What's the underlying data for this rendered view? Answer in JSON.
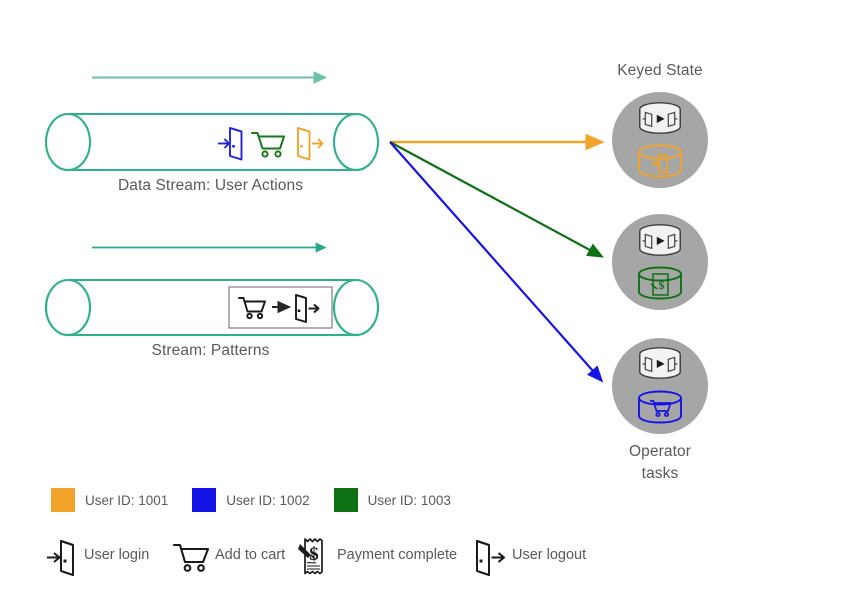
{
  "diagram": {
    "title_keyed_state": "Keyed State",
    "title_operator_tasks_line1": "Operator",
    "title_operator_tasks_line2": "tasks",
    "streams": [
      {
        "id": "user-actions",
        "label": "Data Stream: User Actions",
        "flow_arrow_color": "#6cc0ab",
        "tube_color": "#2eb08c",
        "events": [
          {
            "icon": "user-login-icon",
            "color": "#2222dd"
          },
          {
            "icon": "add-to-cart-icon",
            "color": "#1a7a1a"
          },
          {
            "icon": "user-logout-icon",
            "color": "#f1a32a"
          }
        ]
      },
      {
        "id": "patterns",
        "label": "Stream: Patterns",
        "flow_arrow_color": "#2ca98b",
        "tube_color": "#2eb08c",
        "pattern": {
          "from_icon": "add-to-cart-icon",
          "to_icon": "user-logout-icon",
          "arrow_color": "#262626",
          "box_border": "#7f7f7f"
        }
      }
    ],
    "routing_arrows": [
      {
        "user": "User ID: 1001",
        "color": "#f1a32a",
        "target": "state-node-1001"
      },
      {
        "user": "User ID: 1003",
        "color": "#0d7013",
        "target": "state-node-1003"
      },
      {
        "user": "User ID: 1002",
        "color": "#1414e6",
        "target": "state-node-1002"
      }
    ],
    "state_nodes": [
      {
        "id": "state-node-1001",
        "circle_color": "#a6a6a6",
        "top_icon": "operator-db-icon",
        "state_icon": "user-login-db-icon",
        "state_color": "#f1a32a"
      },
      {
        "id": "state-node-1003",
        "circle_color": "#a6a6a6",
        "top_icon": "operator-db-icon",
        "state_icon": "payment-db-icon",
        "state_color": "#0d7013"
      },
      {
        "id": "state-node-1002",
        "circle_color": "#a6a6a6",
        "top_icon": "operator-db-icon",
        "state_icon": "cart-db-icon",
        "state_color": "#1414e6"
      }
    ]
  },
  "legend_users": [
    {
      "color": "#f1a32a",
      "label": "User ID: 1001"
    },
    {
      "color": "#1414e6",
      "label": "User ID: 1002"
    },
    {
      "color": "#0d7013",
      "label": "User ID: 1003"
    }
  ],
  "legend_icons": [
    {
      "icon": "user-login-icon",
      "label": "User login"
    },
    {
      "icon": "add-to-cart-icon",
      "label": "Add to cart"
    },
    {
      "icon": "payment-complete-icon",
      "label": "Payment complete"
    },
    {
      "icon": "user-logout-icon",
      "label": "User logout"
    }
  ]
}
